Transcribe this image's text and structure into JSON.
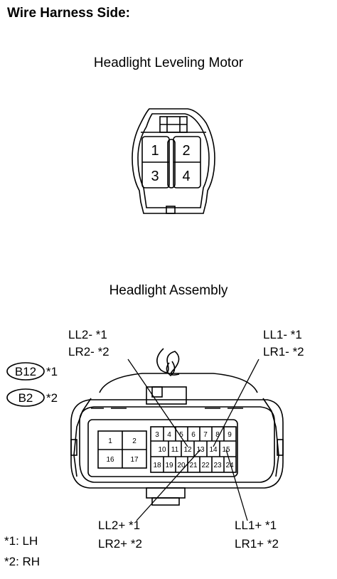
{
  "heading": "Wire Harness Side:",
  "motor": {
    "title": "Headlight Leveling Motor",
    "pins": [
      "1",
      "2",
      "3",
      "4"
    ]
  },
  "assembly": {
    "title": "Headlight Assembly",
    "badges": [
      {
        "code": "B12",
        "note": "*1"
      },
      {
        "code": "B2",
        "note": "*2"
      }
    ],
    "left_block_pins": [
      "1",
      "2",
      "16",
      "17"
    ],
    "row1_pins": [
      "3",
      "4",
      "5",
      "6",
      "7",
      "8",
      "9"
    ],
    "row2_pins": [
      "10",
      "11",
      "12",
      "13",
      "14",
      "15"
    ],
    "row3_pins": [
      "18",
      "19",
      "20",
      "21",
      "22",
      "23",
      "24"
    ],
    "callouts": {
      "top_left": [
        "LL2- *1",
        "LR2- *2"
      ],
      "top_right": [
        "LL1- *1",
        "LR1- *2"
      ],
      "bottom_left": [
        "LL2+ *1",
        "LR2+ *2"
      ],
      "bottom_right": [
        "LL1+ *1",
        "LR1+ *2"
      ]
    }
  },
  "legend": [
    "*1: LH",
    "*2: RH"
  ]
}
